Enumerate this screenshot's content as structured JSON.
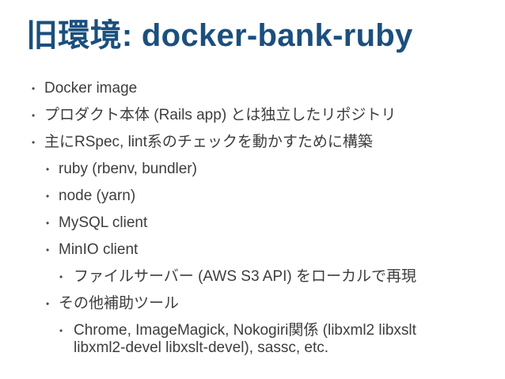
{
  "slide": {
    "title": "旧環境: docker-bank-ruby",
    "bullet_char": "•",
    "colors": {
      "background": "#ffffff",
      "title_text": "#1b4f7d",
      "body_text": "#3d3d3d",
      "bullet": "#4a4a4a"
    },
    "items": [
      {
        "level": 1,
        "text": "Docker image"
      },
      {
        "level": 1,
        "text": "プロダクト本体 (Rails app) とは独立したリポジトリ"
      },
      {
        "level": 1,
        "text": "主にRSpec, lint系のチェックを動かすために構築"
      },
      {
        "level": 2,
        "text": "ruby (rbenv, bundler)"
      },
      {
        "level": 2,
        "text": "node (yarn)"
      },
      {
        "level": 2,
        "text": "MySQL client"
      },
      {
        "level": 2,
        "text": "MinIO client"
      },
      {
        "level": 3,
        "text": "ファイルサーバー (AWS S3 API) をローカルで再現"
      },
      {
        "level": 2,
        "text": "その他補助ツール"
      },
      {
        "level": 3,
        "text": "Chrome, ImageMagick, Nokogiri関係 (libxml2 libxslt\nlibxml2-devel libxslt-devel), sassc, etc."
      }
    ]
  }
}
